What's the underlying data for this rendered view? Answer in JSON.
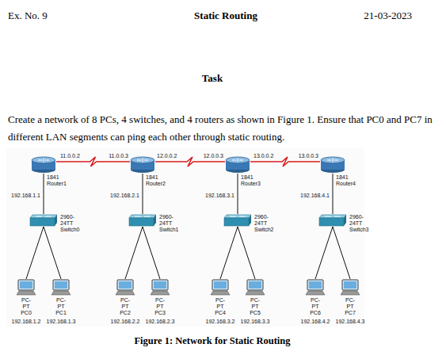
{
  "diagram": {
    "title": "Static Routing",
    "caption": "Figure 1: Network for Static Routing",
    "nodes": [
      {
        "text": [
          "1841 Router1"
        ]
      },
      {
        "text": [
          "1841 Router2"
        ]
      },
      {
        "text": [
          "1841 Router3"
        ]
      },
      {
        "text": [
          "1841 Router4"
        ]
      },
      {
        "text": [
          "2960-24TT Switch0"
        ]
      },
      {
        "text": [
          "2960-24TT Switch1"
        ]
      },
      {
        "text": [
          "2960-24TT Switch2"
        ]
      },
      {
        "text": [
          "2960-24TT Switch3"
        ]
      },
      {
        "text": [
          "PC-PT PC0",
          "192.168.1.2"
        ]
      },
      {
        "text": [
          "PC-PT PC1",
          "192.168.1.3"
        ]
      },
      {
        "text": [
          "PC-PT PC2",
          "192.168.2.2"
        ]
      },
      {
        "text": [
          "PC-PT PC3",
          "192.168.2.3"
        ]
      },
      {
        "text": [
          "PC-PT PC4",
          "192.168.3.2"
        ]
      },
      {
        "text": [
          "PC-PT PC5",
          "192.168.3.3"
        ]
      },
      {
        "text": [
          "PC-PT PC6",
          "192.168.4.2"
        ]
      },
      {
        "text": [
          "PC-PT PC7",
          "192.168.4.3"
        ]
      }
    ],
    "edges": [
      {
        "from": 0,
        "to": 1,
        "arrow": "none"
      },
      {
        "from": 1,
        "to": 2,
        "arrow": "none"
      },
      {
        "from": 2,
        "to": 3,
        "arrow": "none"
      },
      {
        "from": 0,
        "to": 4,
        "arrow": "none"
      },
      {
        "from": 1,
        "to": 5,
        "arrow": "none"
      },
      {
        "from": 2,
        "to": 6,
        "arrow": "none"
      },
      {
        "from": 3,
        "to": 7,
        "arrow": "none"
      },
      {
        "from": 4,
        "to": 8,
        "arrow": "none"
      },
      {
        "from": 4,
        "to": 9,
        "arrow": "none"
      },
      {
        "from": 5,
        "to": 10,
        "arrow": "none"
      },
      {
        "from": 5,
        "to": 11,
        "arrow": "none"
      },
      {
        "from": 6,
        "to": 12,
        "arrow": "none"
      },
      {
        "from": 6,
        "to": 13,
        "arrow": "none"
      },
      {
        "from": 7,
        "to": 14,
        "arrow": "none"
      },
      {
        "from": 7,
        "to": 15,
        "arrow": "none"
      }
    ],
    "labels": [
      "Ex. No. 9",
      "21-03-2023",
      "Task",
      "Create a network of 8 PCs, 4 switches, and 4 routers as shown in Figure 1. Ensure that PC0 and PC7 in different LAN segments can ping each other through static routing.",
      "11.0.0.2",
      "11.0.0.3",
      "12.0.0.2",
      "12.0.0.3",
      "13.0.0.2",
      "13.0.0.3",
      "192.168.1.1",
      "192.168.2.1",
      "192.168.3.1",
      "192.168.4.1"
    ]
  }
}
